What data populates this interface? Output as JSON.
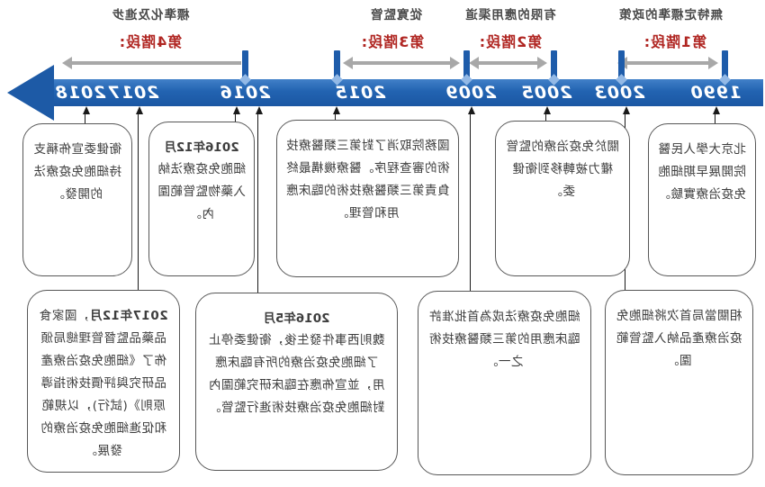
{
  "timeline": {
    "years": [
      "1990",
      "2003",
      "2005",
      "2009",
      "2015",
      "2016",
      "2017",
      "2018"
    ],
    "stages": [
      {
        "label": "第1階段:",
        "category": "無特定標準的政策"
      },
      {
        "label": "第2階段:",
        "category": "有限的應用渠道"
      },
      {
        "label": "第3階段:",
        "category": "從寬監管"
      },
      {
        "label": "第4階段:",
        "category": "標準化及進步"
      }
    ]
  },
  "boxes": {
    "top": [
      {
        "year": "1990",
        "text": "北京大學人民醫院開展早期細胞免疫治療實驗。"
      },
      {
        "year": "2005",
        "text": "關於免疫治療的監管權力被轉移到衛健委。"
      },
      {
        "year": "2015",
        "text": "國務院取消了對第三類醫療技術的審查程序。醫療機構最終負責第三類醫療技術的臨床應用和管理。"
      },
      {
        "year": "2016",
        "title": "2016年12月",
        "text": "細胞免疫療法納入藥物監管範圍內。"
      },
      {
        "year": "2018",
        "text": "衛健委宣佈稱支持細胞免疫療法的開發。"
      }
    ],
    "bottom": [
      {
        "year": "2003",
        "text": "相關當局首次將細胞免疫治療產品納入監管範圍。"
      },
      {
        "year": "2009",
        "text": "細胞免疫療法成為首批准許臨床應用的第三類醫療技術之一。"
      },
      {
        "year": "2016",
        "title": "2016年5月",
        "text": "魏則西事件發生後，衛健委停止了細胞免疫治療的所有臨床應用，並宣佈應在臨床研究範圍內對細胞免疫治療技術進行監管。"
      },
      {
        "year": "2017",
        "lead": "2017年12月",
        "text": "，國家食品藥品監督管理總局頒佈了《細胞免疫治療產品研究與評價技術指導原則》(試行)，以規範和促進細胞免疫治療的發展。"
      }
    ]
  },
  "colors": {
    "band_blue": "#1d5aa6",
    "bar_blue": "#1e5caa",
    "diamond_blue": "#93b9e6",
    "stage_red": "#b02622",
    "arrow_gray": "#a8a8a8",
    "box_border": "#575757",
    "text_gray": "#3d3d3d"
  }
}
